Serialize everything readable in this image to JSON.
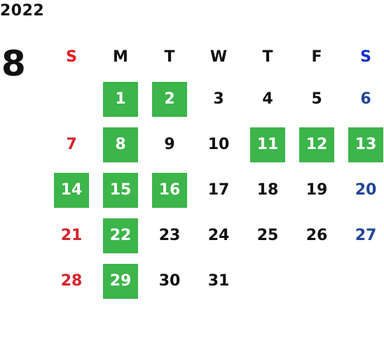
{
  "calendar": {
    "year": "2022",
    "month": "8",
    "weekdays": [
      {
        "label": "S",
        "color": "#e8161b"
      },
      {
        "label": "M",
        "color": "#111111"
      },
      {
        "label": "T",
        "color": "#111111"
      },
      {
        "label": "W",
        "color": "#111111"
      },
      {
        "label": "T",
        "color": "#111111"
      },
      {
        "label": "F",
        "color": "#111111"
      },
      {
        "label": "S",
        "color": "#1230c8"
      }
    ],
    "colors": {
      "highlight_bg": "#3cb54a",
      "highlight_text": "#ffffff",
      "sunday_text": "#d4232c",
      "saturday_text": "#1f4596",
      "weekday_text": "#111111"
    },
    "weeks": [
      [
        {
          "day": "",
          "highlight": false
        },
        {
          "day": "1",
          "highlight": true
        },
        {
          "day": "2",
          "highlight": true
        },
        {
          "day": "3",
          "highlight": false
        },
        {
          "day": "4",
          "highlight": false
        },
        {
          "day": "5",
          "highlight": false
        },
        {
          "day": "6",
          "highlight": false
        }
      ],
      [
        {
          "day": "7",
          "highlight": false
        },
        {
          "day": "8",
          "highlight": true
        },
        {
          "day": "9",
          "highlight": false
        },
        {
          "day": "10",
          "highlight": false
        },
        {
          "day": "11",
          "highlight": true
        },
        {
          "day": "12",
          "highlight": true
        },
        {
          "day": "13",
          "highlight": true
        }
      ],
      [
        {
          "day": "14",
          "highlight": true
        },
        {
          "day": "15",
          "highlight": true
        },
        {
          "day": "16",
          "highlight": true
        },
        {
          "day": "17",
          "highlight": false
        },
        {
          "day": "18",
          "highlight": false
        },
        {
          "day": "19",
          "highlight": false
        },
        {
          "day": "20",
          "highlight": false
        }
      ],
      [
        {
          "day": "21",
          "highlight": false
        },
        {
          "day": "22",
          "highlight": true
        },
        {
          "day": "23",
          "highlight": false
        },
        {
          "day": "24",
          "highlight": false
        },
        {
          "day": "25",
          "highlight": false
        },
        {
          "day": "26",
          "highlight": false
        },
        {
          "day": "27",
          "highlight": false
        }
      ],
      [
        {
          "day": "28",
          "highlight": false
        },
        {
          "day": "29",
          "highlight": true
        },
        {
          "day": "30",
          "highlight": false
        },
        {
          "day": "31",
          "highlight": false
        },
        {
          "day": "",
          "highlight": false
        },
        {
          "day": "",
          "highlight": false
        },
        {
          "day": "",
          "highlight": false
        }
      ]
    ]
  }
}
